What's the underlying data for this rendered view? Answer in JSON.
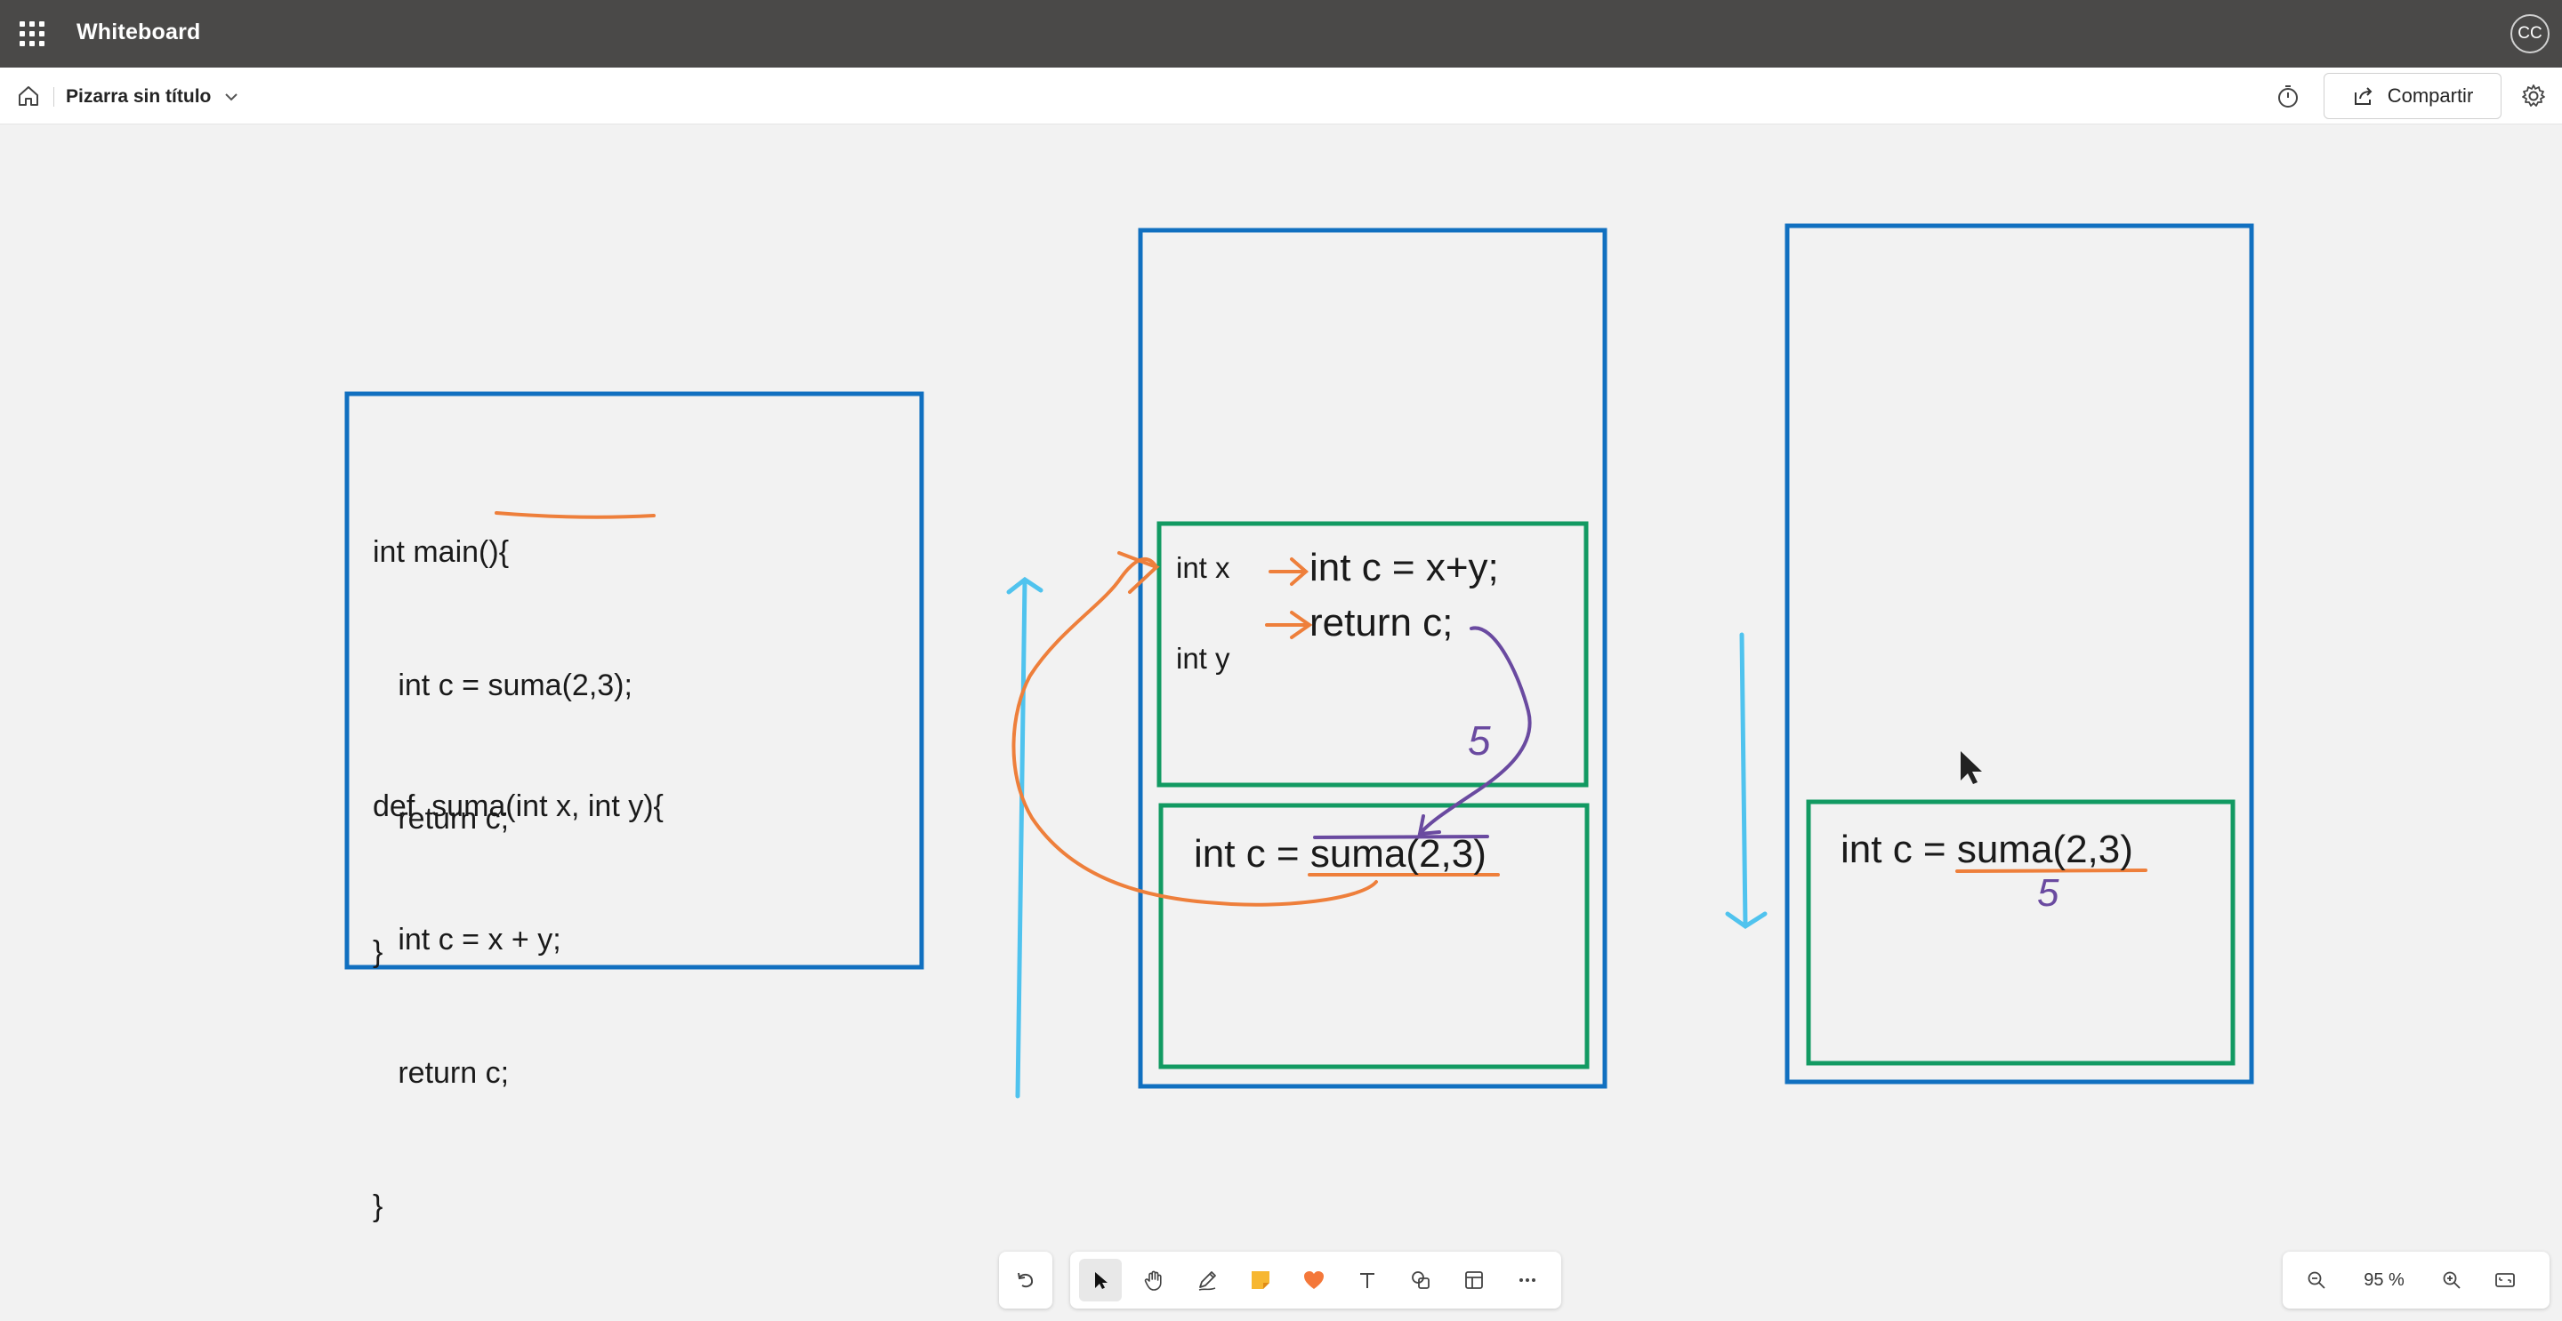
{
  "app": {
    "title": "Whiteboard",
    "user_initials": "CC"
  },
  "header": {
    "board_name": "Pizarra sin título",
    "share_label": "Compartir"
  },
  "code_box": {
    "main_lines": [
      "int main(){",
      "   int c = suma(2,3);",
      "   return c;",
      "}"
    ],
    "suma_lines": [
      "def  suma(int x, int y){",
      "   int c = x + y;",
      "   return c;",
      "}"
    ]
  },
  "stack_middle": {
    "param_x": "int x",
    "param_y": "int y",
    "line1": "int c = x+y;",
    "line2": "return c;",
    "result": "5",
    "call": "int c = suma(2,3)"
  },
  "stack_right": {
    "call": "int c = suma(2,3)",
    "result": "5"
  },
  "zoom": {
    "level": "95 %"
  },
  "colors": {
    "frame_blue": "#1170c0",
    "frame_green": "#129a62",
    "ink_orange": "#ee7f3b",
    "ink_purple": "#6a4aa0",
    "ink_cyan": "#50c3ee",
    "appbar": "#4a4948"
  },
  "toolbar_tools": [
    "undo-icon",
    "select-icon",
    "pan-hand-icon",
    "pen-icon",
    "sticky-note-icon",
    "reaction-heart-icon",
    "text-icon",
    "shapes-icon",
    "templates-icon",
    "more-icon"
  ]
}
